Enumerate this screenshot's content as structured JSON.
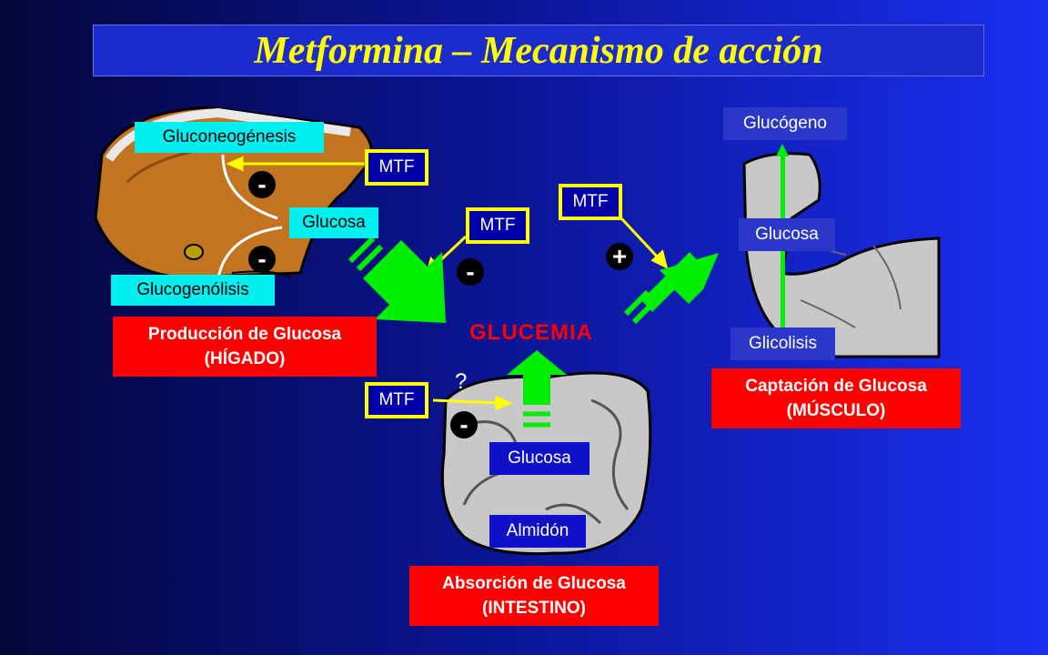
{
  "title": "Metformina – Mecanismo de acción",
  "liver": {
    "gluconeogenesis": "Gluconeogénesis",
    "glucose": "Glucosa",
    "glycogenolysis": "Glucogenólisis",
    "caption_line1": "Producción de Glucosa",
    "caption_line2": "(HÍGADO)"
  },
  "muscle": {
    "glycogen": "Glucógeno",
    "glucose": "Glucosa",
    "glycolysis": "Glicolisis",
    "caption_line1": "Captación de Glucosa",
    "caption_line2": "(MÚSCULO)"
  },
  "intestine": {
    "glucose": "Glucosa",
    "starch": "Almidón",
    "caption_line1": "Absorción de Glucosa",
    "caption_line2": "(INTESTINO)"
  },
  "center": {
    "glycemia": "GLUCEMIA",
    "unknown": "?"
  },
  "mtf_label": "MTF",
  "signs": {
    "minus": "-",
    "plus": "+"
  },
  "colors": {
    "label_cyan": "#00f0f0",
    "caption_red": "#ff0000",
    "arrow_green": "#00ee00",
    "mtf_border": "#ffff00",
    "title_yellow": "#ffff00"
  }
}
